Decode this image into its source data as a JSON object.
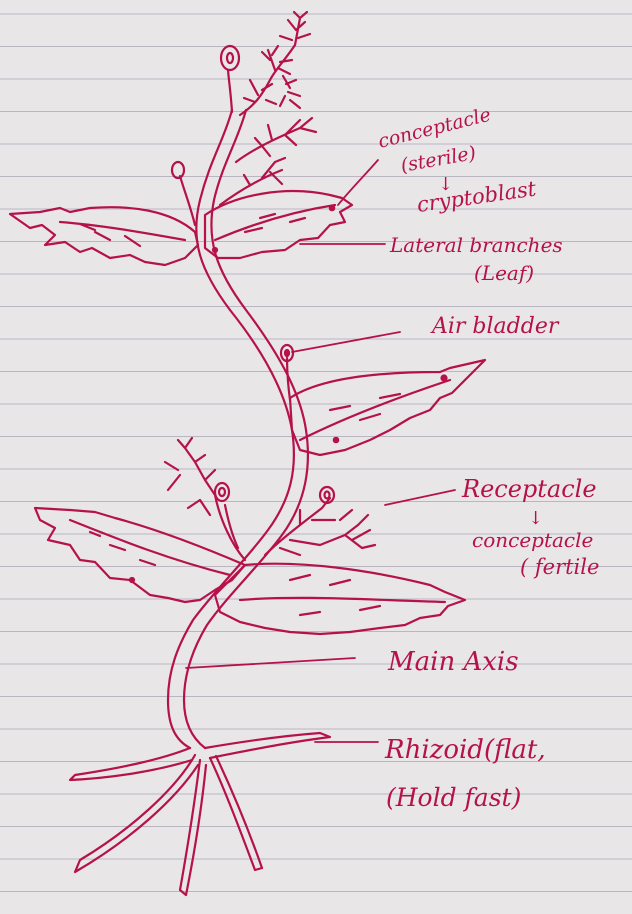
{
  "diagram": {
    "ink_color": "#b5124a",
    "paper_color": "#e9e6e8",
    "rule_color": "#b9b6c2",
    "labels": {
      "conceptacle_sterile": [
        "conceptacle",
        "(sterile)"
      ],
      "cryptoblast_arrow": "↓",
      "cryptoblast": "cryptoblast",
      "lateral_branches": [
        "Lateral branches",
        "(Leaf)"
      ],
      "air_bladder": "Air bladder",
      "receptacle": "Receptacle",
      "receptacle_arrow": "↓",
      "conceptacle_fertile": [
        "conceptacle",
        "( fertile"
      ],
      "main_axis": "Main Axis",
      "rhizoid": "Rhizoid(flat,",
      "hold_fast": "(Hold fast)"
    }
  }
}
